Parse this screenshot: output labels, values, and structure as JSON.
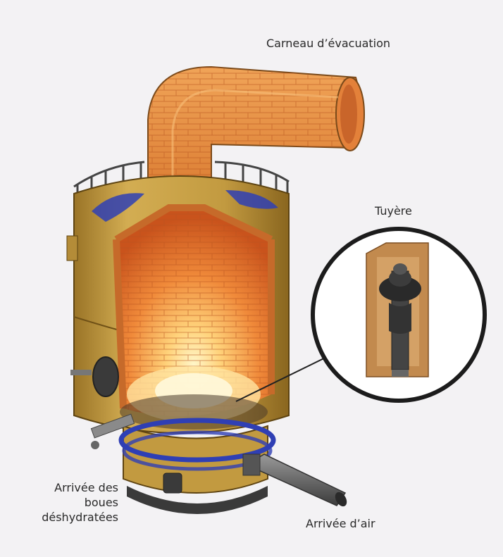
{
  "diagram": {
    "labels": {
      "carneau": "Carneau d’évacuation",
      "tuyere": "Tuyère",
      "boues_line1": "Arrivée des",
      "boues_line2": "boues",
      "boues_line3": "déshydratées",
      "air": "Arrivée d’air"
    },
    "colors": {
      "shell": "#c9a348",
      "shell_dark": "#8f6d22",
      "brick": "#e98a3a",
      "brick_hot": "#ffd27a",
      "mortar": "#f7c98a",
      "ring_blue": "#2f3fb4",
      "iron": "#3a3a3a",
      "background": "#f3f2f4"
    }
  }
}
